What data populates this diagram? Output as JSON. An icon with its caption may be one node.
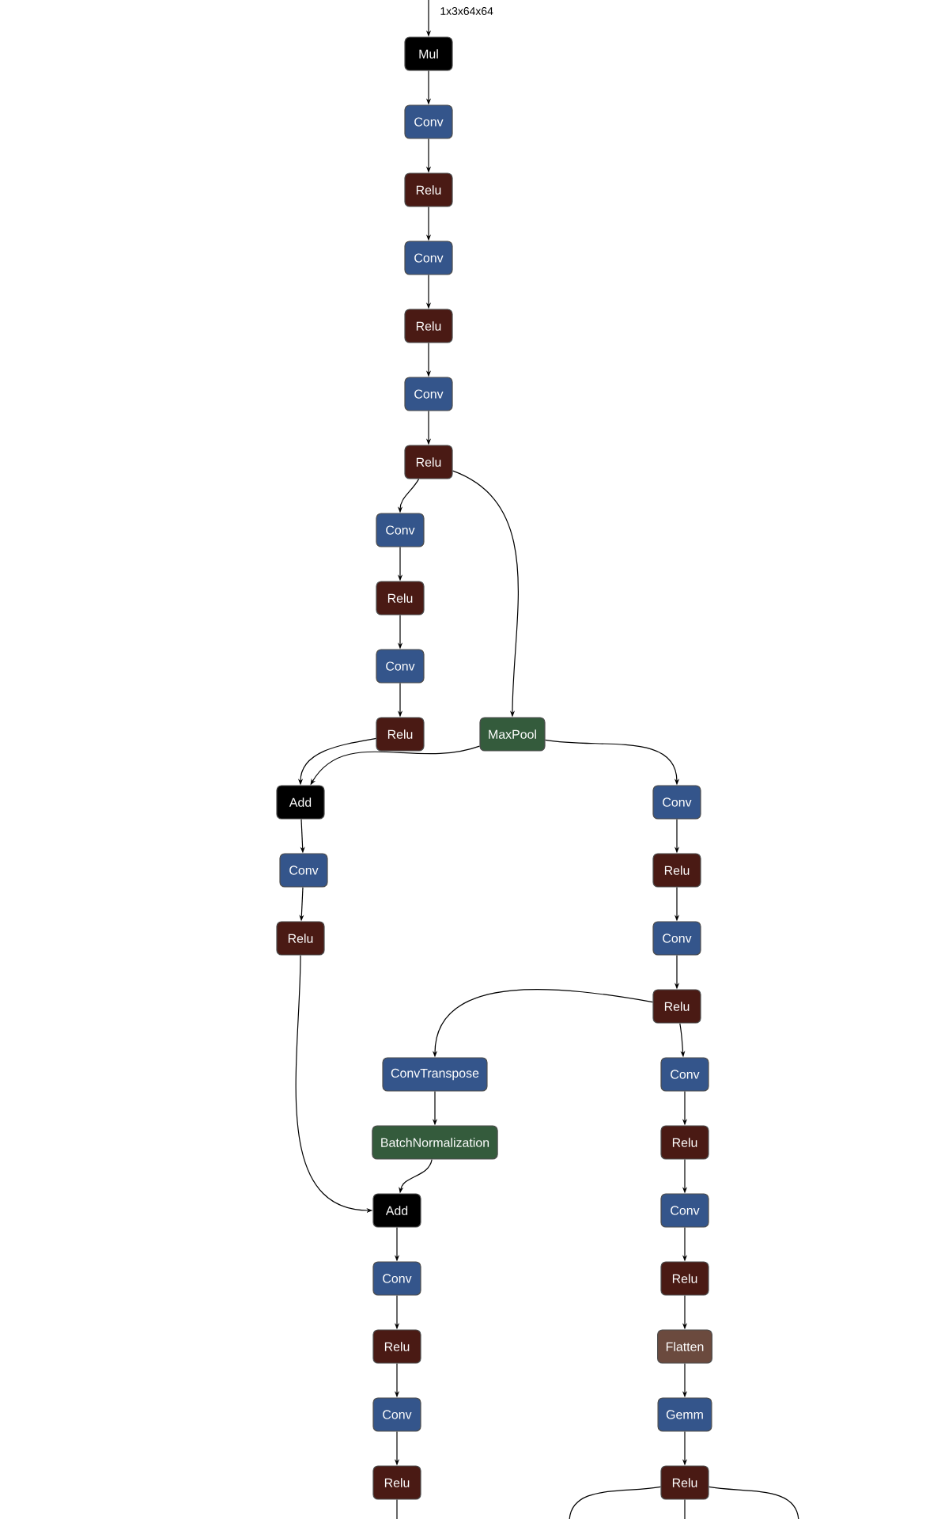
{
  "diagram": {
    "nodes": [
      {
        "text": [
          "Mul"
        ]
      },
      {
        "text": [
          "Conv"
        ]
      },
      {
        "text": [
          "Relu"
        ]
      },
      {
        "text": [
          "Conv"
        ]
      },
      {
        "text": [
          "Relu"
        ]
      },
      {
        "text": [
          "Conv"
        ]
      },
      {
        "text": [
          "Relu"
        ]
      },
      {
        "text": [
          "Conv"
        ]
      },
      {
        "text": [
          "Relu"
        ]
      },
      {
        "text": [
          "Conv"
        ]
      },
      {
        "text": [
          "Relu"
        ]
      },
      {
        "text": [
          "MaxPool"
        ]
      },
      {
        "text": [
          "Add"
        ]
      },
      {
        "text": [
          "Conv"
        ]
      },
      {
        "text": [
          "Conv"
        ]
      },
      {
        "text": [
          "Relu"
        ]
      },
      {
        "text": [
          "Relu"
        ]
      },
      {
        "text": [
          "Conv"
        ]
      },
      {
        "text": [
          "Relu"
        ]
      },
      {
        "text": [
          "ConvTranspose"
        ]
      },
      {
        "text": [
          "Conv"
        ]
      },
      {
        "text": [
          "BatchNormalization"
        ]
      },
      {
        "text": [
          "Relu"
        ]
      },
      {
        "text": [
          "Add"
        ]
      },
      {
        "text": [
          "Conv"
        ]
      },
      {
        "text": [
          "Conv"
        ]
      },
      {
        "text": [
          "Relu"
        ]
      },
      {
        "text": [
          "Relu"
        ]
      },
      {
        "text": [
          "Flatten"
        ]
      },
      {
        "text": [
          "Conv"
        ]
      },
      {
        "text": [
          "Gemm"
        ]
      },
      {
        "text": [
          "Relu"
        ]
      },
      {
        "text": [
          "Relu"
        ]
      }
    ],
    "edges": [
      {
        "from": null,
        "to": 0,
        "arrow": "to",
        "label": "1x3x64x64"
      },
      {
        "from": 0,
        "to": 1,
        "arrow": "to"
      },
      {
        "from": 1,
        "to": 2,
        "arrow": "to"
      },
      {
        "from": 2,
        "to": 3,
        "arrow": "to"
      },
      {
        "from": 3,
        "to": 4,
        "arrow": "to"
      },
      {
        "from": 4,
        "to": 5,
        "arrow": "to"
      },
      {
        "from": 5,
        "to": 6,
        "arrow": "to"
      },
      {
        "from": 6,
        "to": 7,
        "arrow": "to"
      },
      {
        "from": 6,
        "to": 11,
        "arrow": "to"
      },
      {
        "from": 7,
        "to": 8,
        "arrow": "to"
      },
      {
        "from": 8,
        "to": 9,
        "arrow": "to"
      },
      {
        "from": 9,
        "to": 10,
        "arrow": "to"
      },
      {
        "from": 10,
        "to": 12,
        "arrow": "to"
      },
      {
        "from": 11,
        "to": 12,
        "arrow": "to"
      },
      {
        "from": 11,
        "to": 13,
        "arrow": "to"
      },
      {
        "from": 12,
        "to": 14,
        "arrow": "to"
      },
      {
        "from": 14,
        "to": 16,
        "arrow": "to"
      },
      {
        "from": 13,
        "to": 15,
        "arrow": "to"
      },
      {
        "from": 15,
        "to": 17,
        "arrow": "to"
      },
      {
        "from": 17,
        "to": 18,
        "arrow": "to"
      },
      {
        "from": 18,
        "to": 19,
        "arrow": "to"
      },
      {
        "from": 18,
        "to": 20,
        "arrow": "to"
      },
      {
        "from": 19,
        "to": 21,
        "arrow": "to"
      },
      {
        "from": 16,
        "to": 23,
        "arrow": "to"
      },
      {
        "from": 21,
        "to": 23,
        "arrow": "to"
      },
      {
        "from": 20,
        "to": 22,
        "arrow": "to"
      },
      {
        "from": 22,
        "to": 24,
        "arrow": "to"
      },
      {
        "from": 23,
        "to": 25,
        "arrow": "to"
      },
      {
        "from": 24,
        "to": 26,
        "arrow": "to"
      },
      {
        "from": 25,
        "to": 27,
        "arrow": "to"
      },
      {
        "from": 26,
        "to": 28,
        "arrow": "to"
      },
      {
        "from": 27,
        "to": 29,
        "arrow": "to"
      },
      {
        "from": 28,
        "to": 30,
        "arrow": "to"
      },
      {
        "from": 29,
        "to": 31,
        "arrow": "to"
      },
      {
        "from": 30,
        "to": 32,
        "arrow": "to"
      },
      {
        "from": 31,
        "to": null,
        "arrow": "none"
      },
      {
        "from": 32,
        "to": null,
        "arrow": "none"
      },
      {
        "from": 32,
        "to": null,
        "arrow": "none"
      },
      {
        "from": 32,
        "to": null,
        "arrow": "none"
      }
    ]
  }
}
